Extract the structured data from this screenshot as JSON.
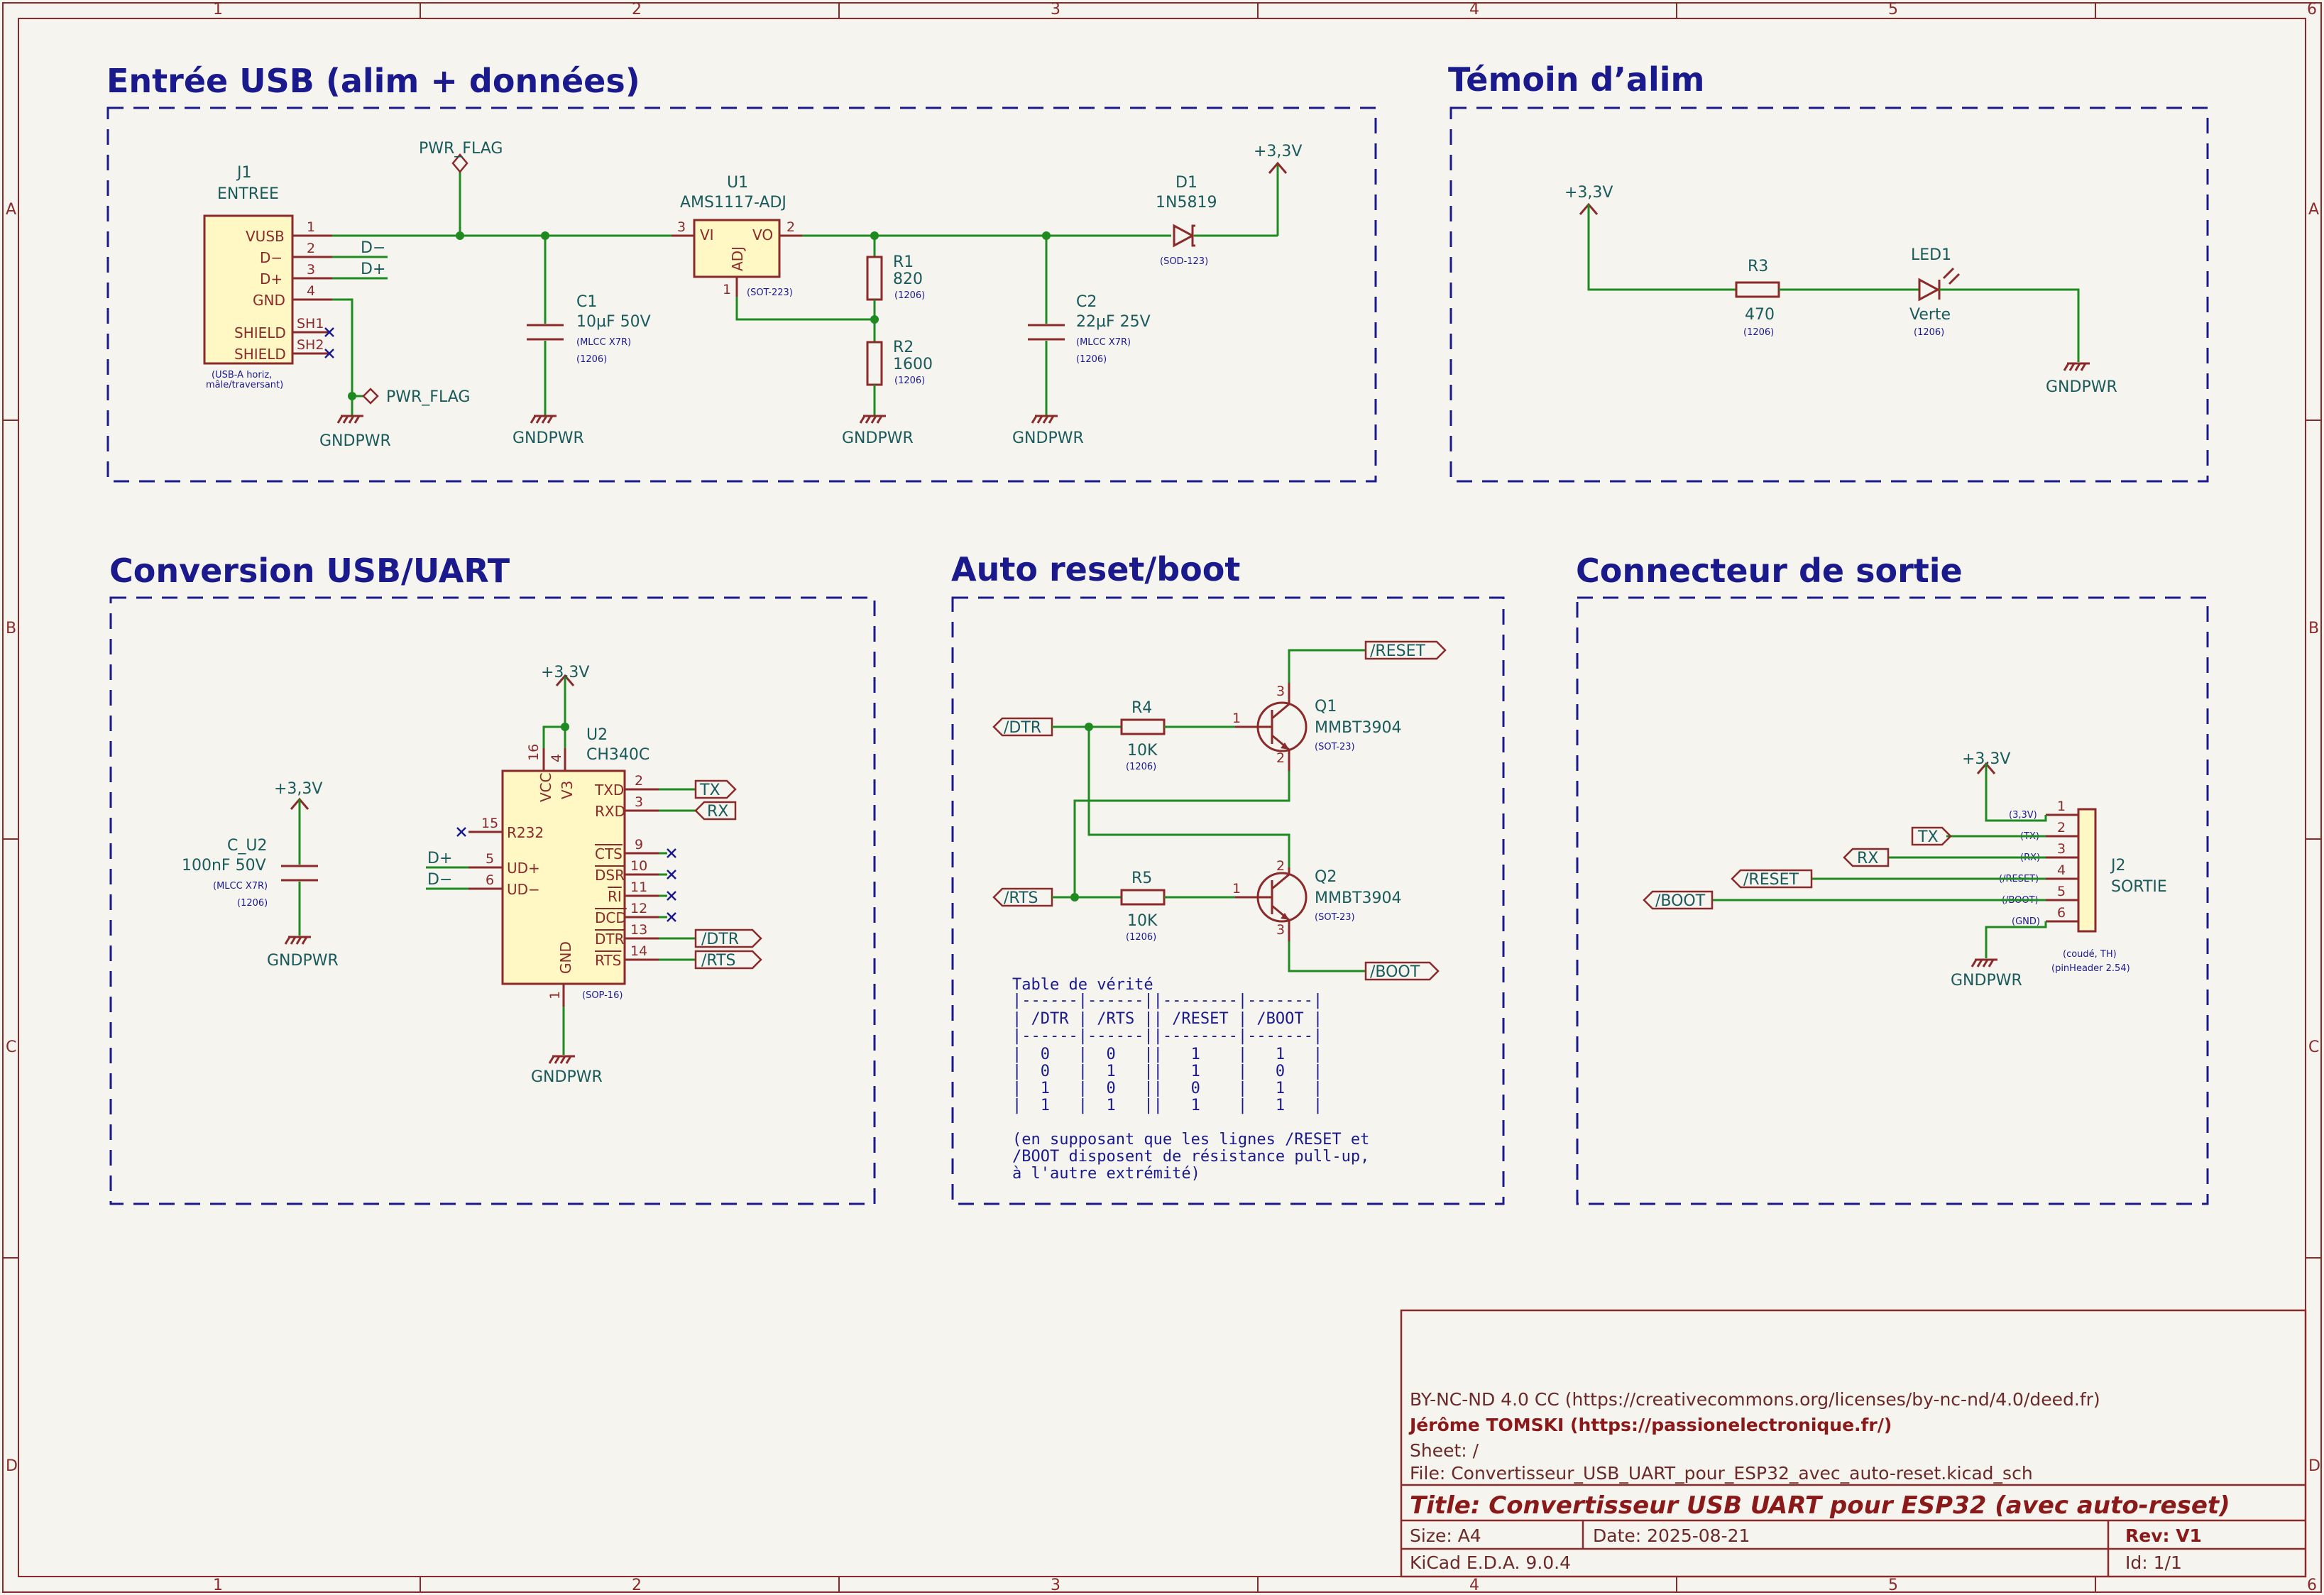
{
  "frame": {
    "cols": [
      "1",
      "2",
      "3",
      "4",
      "5",
      "6"
    ],
    "rows": [
      "A",
      "B",
      "C",
      "D"
    ]
  },
  "sections": {
    "usb_in": "Entrée USB (alim + données)",
    "power_led": "Témoin d’alim",
    "usb_uart": "Conversion USB/UART",
    "auto_reset": "Auto reset/boot",
    "out_conn": "Connecteur de sortie"
  },
  "usb_in": {
    "j1_ref": "J1",
    "j1_val": "ENTREE",
    "j1_note1": "(USB-A horiz,",
    "j1_note2": "mâle/traversant)",
    "j1_pins": [
      "VUSB",
      "D−",
      "D+",
      "GND",
      "SHIELD",
      "SHIELD"
    ],
    "j1_nums": [
      "1",
      "2",
      "3",
      "4",
      "SH1",
      "SH2"
    ],
    "net_dm": "D−",
    "net_dp": "D+",
    "pwr_flag": "PWR_FLAG",
    "pwr_flag2": "PWR_FLAG",
    "gnd1": "GNDPWR",
    "gnd2": "GNDPWR",
    "gnd3": "GNDPWR",
    "gnd4": "GNDPWR",
    "c1_ref": "C1",
    "c1_val": "10µF 50V",
    "c1_n1": "(MLCC X7R)",
    "c1_n2": "(1206)",
    "u1_ref": "U1",
    "u1_val": "AMS1117-ADJ",
    "u1_vi": "VI",
    "u1_vo": "VO",
    "u1_adj": "ADJ",
    "u1_pkg": "(SOT-223)",
    "u1_p1": "1",
    "u1_p2": "2",
    "u1_p3": "3",
    "r1_ref": "R1",
    "r1_val": "820",
    "r1_pkg": "(1206)",
    "r2_ref": "R2",
    "r2_val": "1600",
    "r2_pkg": "(1206)",
    "c2_ref": "C2",
    "c2_val": "22µF 25V",
    "c2_n1": "(MLCC X7R)",
    "c2_n2": "(1206)",
    "d1_ref": "D1",
    "d1_val": "1N5819",
    "d1_pkg": "(SOD-123)",
    "v33": "+3,3V"
  },
  "power_led": {
    "v33": "+3,3V",
    "r3_ref": "R3",
    "r3_val": "470",
    "r3_pkg": "(1206)",
    "led_ref": "LED1",
    "led_val": "Verte",
    "led_pkg": "(1206)",
    "gnd": "GNDPWR"
  },
  "usb_uart": {
    "cu2_v33": "+3,3V",
    "cu2_ref": "C_U2",
    "cu2_val": "100nF 50V",
    "cu2_n1": "(MLCC X7R)",
    "cu2_n2": "(1206)",
    "cu2_gnd": "GNDPWR",
    "u2_v33": "+3,3V",
    "u2_ref": "U2",
    "u2_val": "CH340C",
    "u2_pkg": "(SOP-16)",
    "u2_gnd": "GNDPWR",
    "pin_vcc": "VCC",
    "pin_v3": "V3",
    "pin_r232": "R232",
    "pin_udp": "UD+",
    "pin_udm": "UD−",
    "pin_gnd": "GND",
    "pin_txd": "TXD",
    "pin_rxd": "RXD",
    "pin_cts": "CTS",
    "pin_dsr": "DSR",
    "pin_ri": "RI",
    "pin_dcd": "DCD",
    "pin_dtr": "DTR",
    "pin_rts": "RTS",
    "n16": "16",
    "n4": "4",
    "n15": "15",
    "n5": "5",
    "n6": "6",
    "n1": "1",
    "n2": "2",
    "n3": "3",
    "n9": "9",
    "n10": "10",
    "n11": "11",
    "n12": "12",
    "n13": "13",
    "n14": "14",
    "net_dp": "D+",
    "net_dm": "D−",
    "lbl_tx": "TX",
    "lbl_rx": "RX",
    "lbl_dtr": "/DTR",
    "lbl_rts": "/RTS"
  },
  "auto_reset": {
    "lbl_dtr": "/DTR",
    "lbl_rts": "/RTS",
    "lbl_reset": "/RESET",
    "lbl_boot": "/BOOT",
    "r4_ref": "R4",
    "r4_val": "10K",
    "r4_pkg": "(1206)",
    "r5_ref": "R5",
    "r5_val": "10K",
    "r5_pkg": "(1206)",
    "q1_ref": "Q1",
    "q1_val": "MMBT3904",
    "q1_pkg": "(SOT-23)",
    "q2_ref": "Q2",
    "q2_val": "MMBT3904",
    "q2_pkg": "(SOT-23)",
    "p1": "1",
    "p2": "2",
    "p3": "3",
    "table_title": "Table de vérité",
    "table_rows": [
      "| /DTR | /RTS || /RESET | /BOOT |",
      "|  0   |  0   ||   1    |   1   |",
      "|  0   |  1   ||   1    |   0   |",
      "|  1   |  0   ||   0    |   1   |",
      "|  1   |  1   ||   1    |   1   |"
    ],
    "table_sep": "|------|------||--------|-------|",
    "note": [
      "(en supposant que les lignes /RESET et",
      "/BOOT disposent de résistance pull-up,",
      "à l'autre extrémité)"
    ]
  },
  "out_conn": {
    "v33": "+3,3V",
    "gnd": "GNDPWR",
    "j2_ref": "J2",
    "j2_val": "SORTIE",
    "j2_n1": "(coudé, TH)",
    "j2_n2": "(pinHeader 2.54)",
    "pins": [
      "(3,3V)",
      "(TX)",
      "(RX)",
      "(/RESET)",
      "(/BOOT)",
      "(GND)"
    ],
    "nums": [
      "1",
      "2",
      "3",
      "4",
      "5",
      "6"
    ],
    "lbl_tx": "TX",
    "lbl_rx": "RX",
    "lbl_reset": "/RESET",
    "lbl_boot": "/BOOT"
  },
  "title_block": {
    "license": "BY-NC-ND 4.0 CC (https://creativecommons.org/licenses/by-nc-nd/4.0/deed.fr)",
    "author": "Jérôme TOMSKI (https://passionelectronique.fr/)",
    "sheet": "Sheet: /",
    "file": "File: Convertisseur_USB_UART_pour_ESP32_avec_auto-reset.kicad_sch",
    "title": "Title: Convertisseur USB UART pour ESP32 (avec auto-reset)",
    "size": "Size: A4",
    "date": "Date: 2025-08-21",
    "rev": "Rev: V1",
    "tool": "KiCad E.D.A. 9.0.4",
    "id": "Id: 1/1"
  }
}
